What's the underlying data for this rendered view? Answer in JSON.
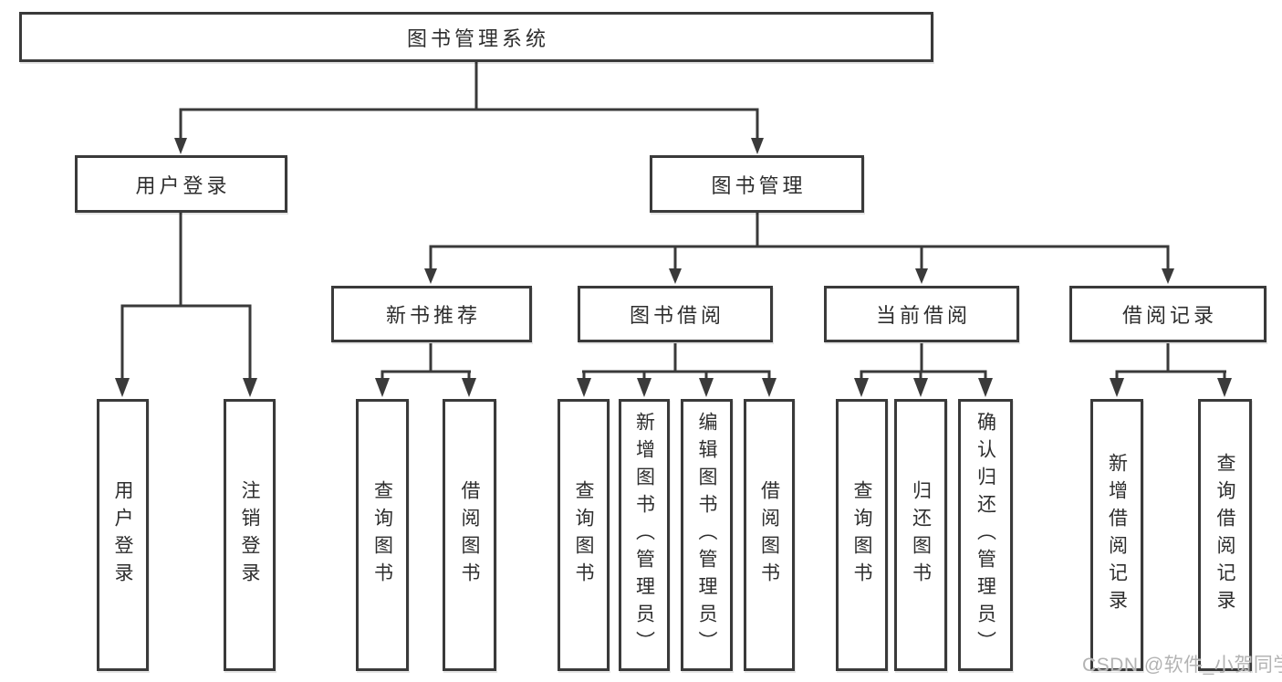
{
  "colors": {
    "line": "#3a3a3a",
    "text": "#2e2e2e",
    "watermark": "#b3b3b3",
    "background": "#ffffff"
  },
  "root": {
    "label": "图书管理系统"
  },
  "level2": {
    "user_login": {
      "label": "用户登录"
    },
    "book_management": {
      "label": "图书管理"
    }
  },
  "level3": {
    "new_book_recommend": {
      "label": "新书推荐"
    },
    "book_borrow": {
      "label": "图书借阅"
    },
    "current_borrow": {
      "label": "当前借阅"
    },
    "borrow_record": {
      "label": "借阅记录"
    }
  },
  "leaves": {
    "user_login": {
      "label": "用户登录"
    },
    "logout": {
      "label": "注销登录"
    },
    "nb_query_book": {
      "label": "查询图书"
    },
    "nb_borrow_book": {
      "label": "借阅图书"
    },
    "bb_query_book": {
      "label": "查询图书"
    },
    "bb_add_book": {
      "label": "新增图书（管理员）"
    },
    "bb_edit_book": {
      "label": "编辑图书（管理员）"
    },
    "bb_borrow_book": {
      "label": "借阅图书"
    },
    "cb_query_book": {
      "label": "查询图书"
    },
    "cb_return_book": {
      "label": "归还图书"
    },
    "cb_confirm_return": {
      "label": "确认归还（管理员）"
    },
    "br_add_record": {
      "label": "新增借阅记录"
    },
    "br_query_record": {
      "label": "查询借阅记录"
    }
  },
  "watermark": {
    "text": "CSDN @软件_小贺同学"
  }
}
